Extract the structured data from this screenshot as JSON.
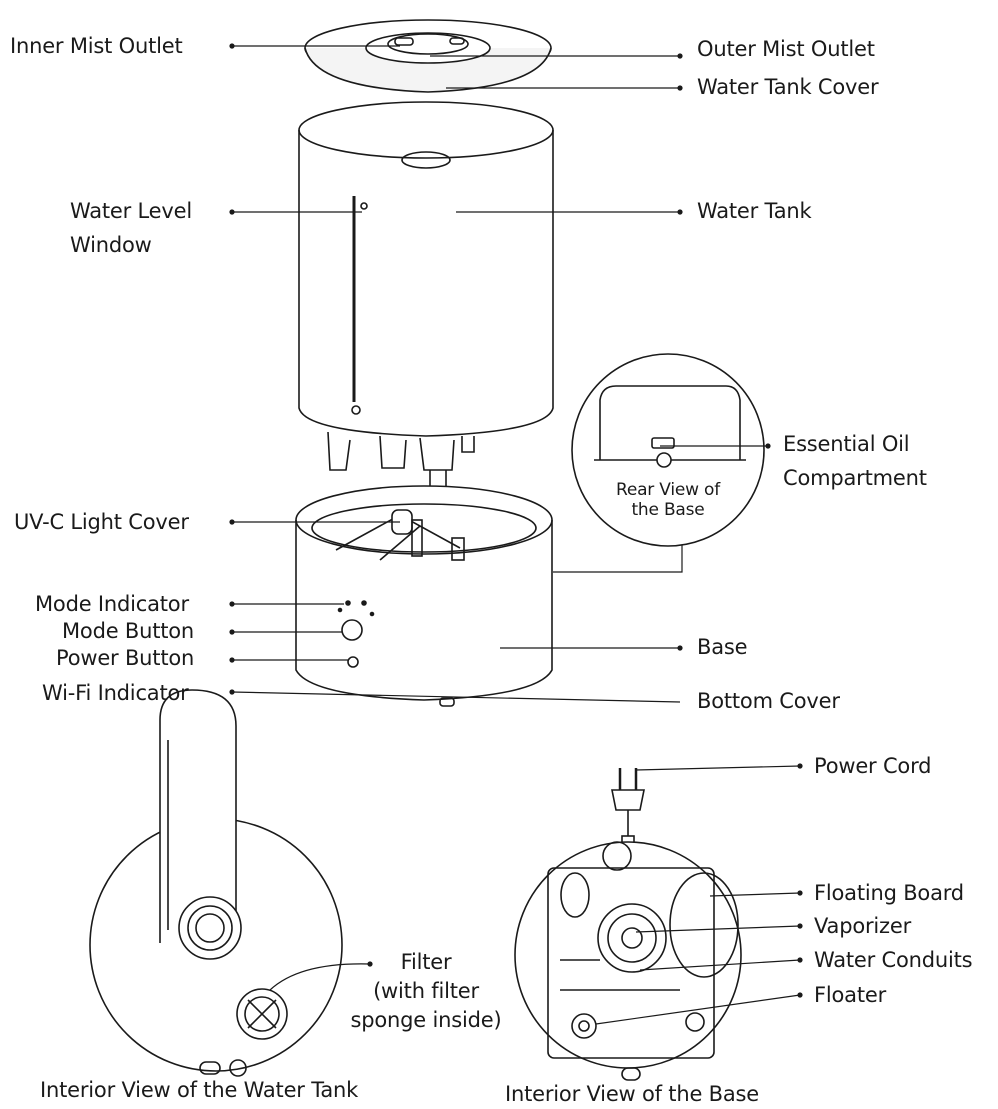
{
  "labels": {
    "inner_mist_outlet": "Inner Mist Outlet",
    "outer_mist_outlet": "Outer Mist Outlet",
    "water_tank_cover": "Water Tank Cover",
    "water_level_window_1": "Water Level",
    "water_level_window_2": "Window",
    "water_tank": "Water Tank",
    "essential_oil_1": "Essential Oil",
    "essential_oil_2": "Compartment",
    "rear_view_1": "Rear View of",
    "rear_view_2": "the Base",
    "uvc_light_cover": "UV-C Light Cover",
    "mode_indicator": "Mode Indicator",
    "mode_button": "Mode Button",
    "power_button": "Power Button",
    "wifi_indicator": "Wi-Fi Indicator",
    "base": "Base",
    "bottom_cover": "Bottom Cover",
    "power_cord": "Power Cord",
    "floating_board": "Floating Board",
    "vaporizer": "Vaporizer",
    "water_conduits": "Water Conduits",
    "floater": "Floater",
    "filter_1": "Filter",
    "filter_2": "(with filter",
    "filter_3": "sponge inside)",
    "caption_tank": "Interior View of the Water Tank",
    "caption_base": "Interior View of the Base"
  },
  "colors": {
    "line": "#1a1a1a",
    "fill": "#ffffff",
    "shade": "#e9e9e9"
  }
}
